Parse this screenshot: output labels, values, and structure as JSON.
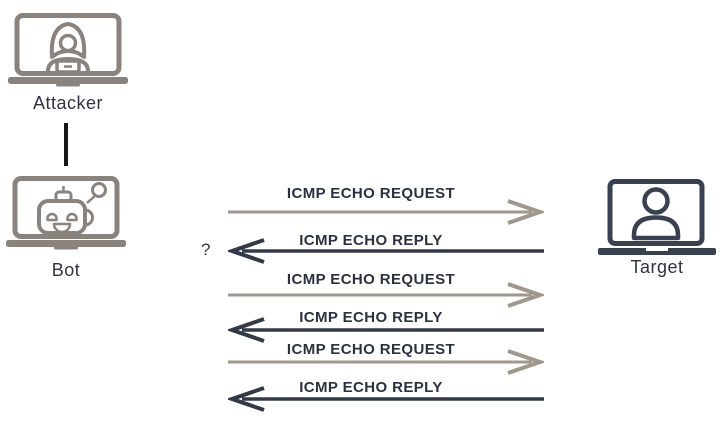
{
  "diagram": {
    "nodes": {
      "attacker": {
        "label": "Attacker",
        "icon": "hacker-laptop-icon"
      },
      "bot": {
        "label": "Bot",
        "icon": "robot-laptop-icon"
      },
      "target": {
        "label": "Target",
        "icon": "user-laptop-icon"
      }
    },
    "question_mark": "?",
    "messages": [
      {
        "label": "ICMP ECHO REQUEST",
        "direction": "right"
      },
      {
        "label": "ICMP ECHO REPLY",
        "direction": "left"
      },
      {
        "label": "ICMP ECHO REQUEST",
        "direction": "right"
      },
      {
        "label": "ICMP ECHO REPLY",
        "direction": "left"
      },
      {
        "label": "ICMP ECHO REQUEST",
        "direction": "right"
      },
      {
        "label": "ICMP ECHO REPLY",
        "direction": "left"
      }
    ],
    "colors": {
      "request_arrow": "#a0978d",
      "reply_arrow": "#333947",
      "message_text": "#2b3140",
      "node_label_text": "#2f3440",
      "attacker_icon": "#8a837d",
      "bot_icon": "#8a837d",
      "target_icon": "#394050",
      "connector_line": "#161616",
      "background": "#ffffff"
    }
  }
}
